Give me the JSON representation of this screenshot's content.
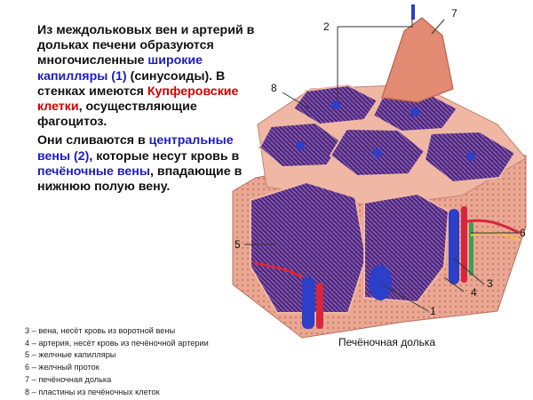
{
  "paragraph1": {
    "part1": "Из междольковых вен и артерий в дольках печени образуются многочисленные ",
    "highlight1": "широкие капилляры (1)",
    "part2": " (синусоиды). В стенках имеются ",
    "highlight2": "Купферовские клетки",
    "part3": ", осуществляющие фагоцитоз."
  },
  "paragraph2": {
    "part1": "Они сливаются в ",
    "highlight1": "центральные вены (2)",
    "part2": ", которые несут кровь в ",
    "highlight2": "печёночные вены",
    "part3": ", впадающие в нижнюю полую вену."
  },
  "legend": [
    "3 – вена, несёт кровь из воротной вены",
    "4 – артерия, несёт кровь из печёночной артерии",
    "5 – желчные капилляры",
    "6 – желчный проток",
    "7 – печёночная долька",
    "8 – пластины из печёночных клеток"
  ],
  "caption": "Печёночная долька",
  "labels": [
    "1",
    "2",
    "3",
    "4",
    "5",
    "6",
    "7",
    "8"
  ],
  "colors": {
    "text_highlight_blue": "#1d1dbb",
    "text_highlight_red": "#d00000",
    "lobule_purple": "#5a2d86",
    "tissue_pink": "#e8a08c",
    "vein_blue": "#2b3fc8",
    "artery_red": "#d7263d",
    "bile_duct_green": "#3aa05a"
  }
}
